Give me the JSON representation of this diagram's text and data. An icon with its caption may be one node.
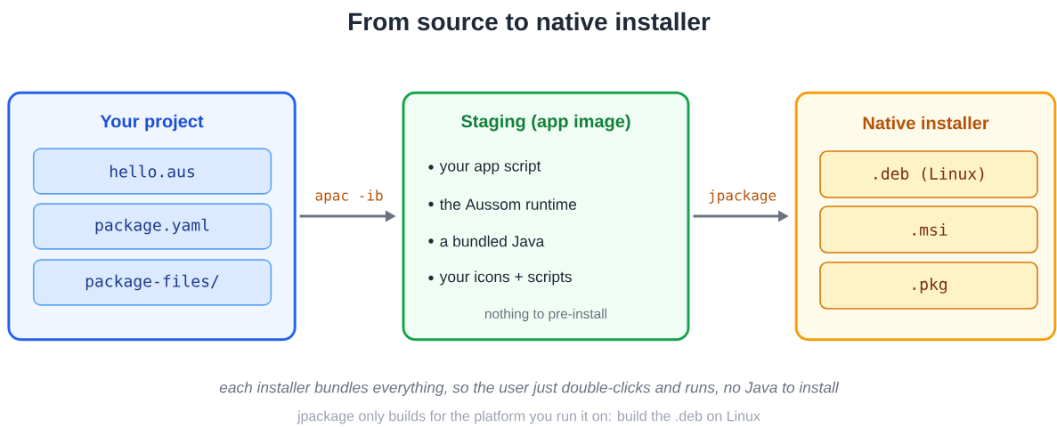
{
  "diagram": {
    "title": "From source to native installer",
    "caption": "each installer bundles everything, so the user just double-clicks and runs, no Java to install",
    "nodes": [
      {
        "text": [
          "Your project"
        ]
      },
      {
        "text": [
          "hello.aus"
        ],
        "in": 0
      },
      {
        "text": [
          "package.yaml"
        ],
        "in": 0
      },
      {
        "text": [
          "package-files/"
        ],
        "in": 0
      },
      {
        "text": [
          "Staging (app image)",
          "your app script",
          "the Aussom runtime",
          "a bundled Java",
          "your icons + scripts",
          "nothing to pre-install"
        ]
      },
      {
        "text": [
          "Native installer"
        ]
      },
      {
        "text": [
          ".deb (Linux)"
        ],
        "in": 5
      },
      {
        "text": [
          ".msi"
        ],
        "in": 5
      },
      {
        "text": [
          ".pkg"
        ],
        "in": 5
      }
    ],
    "edges": [
      {
        "from": 0,
        "to": 4,
        "arrow": "to",
        "label": "apac -ib"
      },
      {
        "from": 4,
        "to": 5,
        "arrow": "to",
        "label": "jpackage"
      }
    ],
    "labels": [
      "jpackage only builds for the platform you run it on: build the .deb on Linux"
    ]
  }
}
